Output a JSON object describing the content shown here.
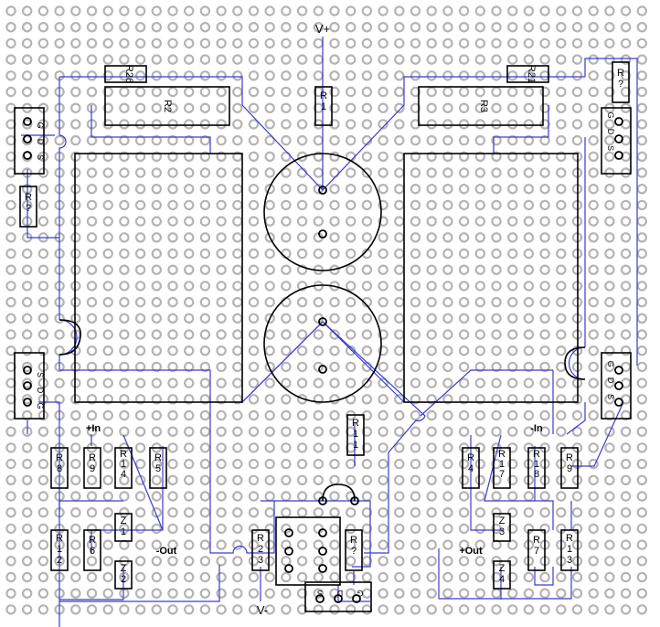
{
  "power": {
    "v_plus": "V+",
    "v_minus": "V-"
  },
  "io": {
    "plus_in": "+In",
    "minus_in": "-In",
    "minus_out": "-Out",
    "plus_out": "+Out"
  },
  "fet_pins": {
    "g": "G",
    "d": "D",
    "s": "S"
  },
  "colors": {
    "trace": "#3a3ad6",
    "outline": "#000000",
    "hole": "#b4b4b4"
  },
  "resistor_labels": {
    "r2": "R2",
    "r3": "R3",
    "r1": "R1",
    "r26": "R26",
    "r21": "R21",
    "r_unknown_top_right": "R?",
    "r_unknown_left": "R?",
    "r11": "R11",
    "r8": "R8",
    "r9_left": "R9",
    "r14": "R14",
    "r5": "R5",
    "r12": "R12",
    "r6": "R6",
    "r4": "R4",
    "r17": "R17",
    "r18": "R18",
    "r9_right": "R9",
    "r7": "R7",
    "r13": "R13",
    "r23": "R23",
    "r_unknown_bottom": "R?"
  },
  "zener_labels": {
    "z1": "Z1",
    "z2": "Z2",
    "z3": "Z3",
    "z4": "Z4"
  }
}
